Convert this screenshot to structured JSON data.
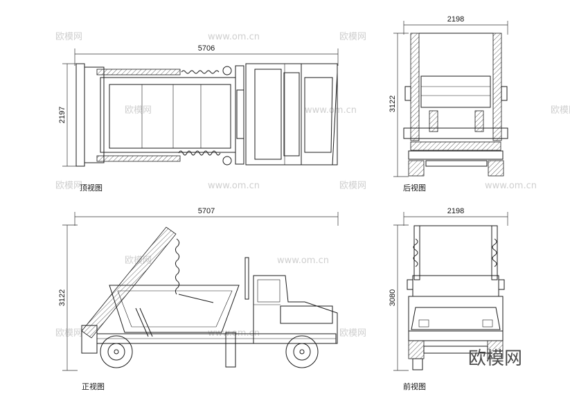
{
  "views": {
    "top": {
      "caption": "顶视图",
      "width_dim": "5706",
      "height_dim": "2197"
    },
    "rear": {
      "caption": "后视图",
      "width_dim": "2198",
      "height_dim": "3122"
    },
    "front_side": {
      "caption": "正视图",
      "width_dim": "5707",
      "height_dim": "3122"
    },
    "front": {
      "caption": "前视图",
      "width_dim": "2198",
      "height_dim": "3080"
    }
  },
  "watermark": {
    "brand": "欧模网",
    "site": "www.om.cn"
  }
}
